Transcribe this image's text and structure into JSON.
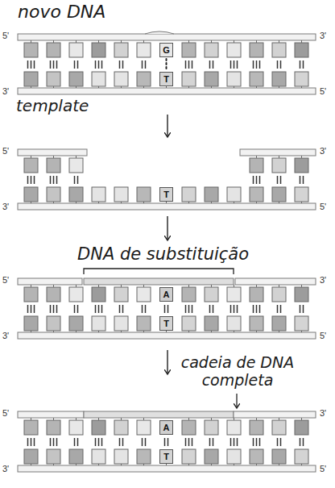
{
  "diagram": {
    "nodes": [
      {
        "text": [
          "G"
        ]
      },
      {
        "text": [
          "T"
        ]
      },
      {
        "text": [
          "T"
        ]
      },
      {
        "text": [
          "A"
        ]
      },
      {
        "text": [
          "T"
        ]
      },
      {
        "text": [
          "A"
        ]
      },
      {
        "text": [
          "T"
        ]
      }
    ],
    "edges": [
      {
        "from": 0,
        "to": 1,
        "arrow": "none"
      }
    ],
    "labels": [
      "novo DNA",
      "5'",
      "3'",
      "3'",
      "5'",
      "template",
      "5'",
      "3'",
      "3'",
      "5'",
      "DNA de substituição",
      "5'",
      "3'",
      "3'",
      "5'",
      "cadeia de DNA completa",
      "5'",
      "3'",
      "3'",
      "5'"
    ]
  }
}
